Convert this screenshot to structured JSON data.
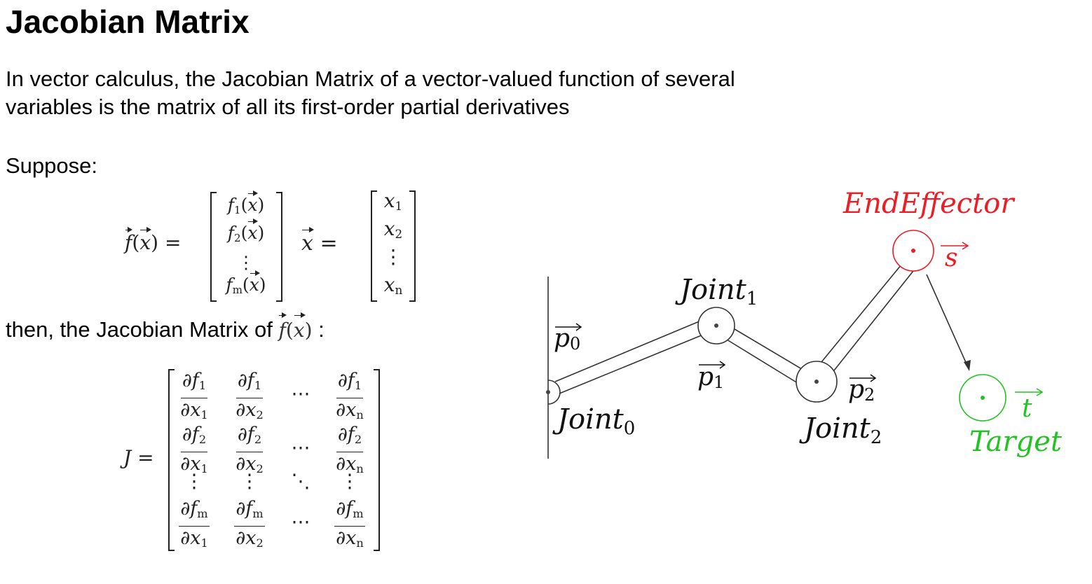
{
  "title": "Jacobian Matrix",
  "intro": {
    "line1": "In vector calculus, the Jacobian Matrix of a vector-valued function of several",
    "line2": "variables is the matrix of all its first-order partial derivatives"
  },
  "suppose": "Suppose:",
  "then_label": "then, the Jacobian Matrix of",
  "then_colon": ":",
  "f_def": {
    "lhs_f": "f",
    "lhs_x": "x",
    "equals": "=",
    "entries": [
      {
        "base": "f",
        "sub": "1",
        "arg": "x"
      },
      {
        "base": "f",
        "sub": "2",
        "arg": "x"
      },
      {
        "base": "⋮",
        "sub": "",
        "arg": ""
      },
      {
        "base": "f",
        "sub": "m",
        "arg": "x"
      }
    ]
  },
  "x_def": {
    "lhs": "x",
    "equals": "=",
    "entries": [
      {
        "base": "x",
        "sub": "1"
      },
      {
        "base": "x",
        "sub": "2"
      },
      {
        "base": "⋮",
        "sub": ""
      },
      {
        "base": "x",
        "sub": "n"
      }
    ]
  },
  "jacobian": {
    "lhs": "J =",
    "rows": [
      [
        {
          "num": "∂f",
          "ns": "1",
          "den": "∂x",
          "ds": "1"
        },
        {
          "num": "∂f",
          "ns": "1",
          "den": "∂x",
          "ds": "2"
        },
        {
          "dots": "⋯"
        },
        {
          "num": "∂f",
          "ns": "1",
          "den": "∂x",
          "ds": "n"
        }
      ],
      [
        {
          "num": "∂f",
          "ns": "2",
          "den": "∂x",
          "ds": "1"
        },
        {
          "num": "∂f",
          "ns": "2",
          "den": "∂x",
          "ds": "2"
        },
        {
          "dots": "⋯"
        },
        {
          "num": "∂f",
          "ns": "2",
          "den": "∂x",
          "ds": "n"
        }
      ],
      [
        {
          "dots": "⋮"
        },
        {
          "dots": "⋮"
        },
        {
          "dots": "⋱"
        },
        {
          "dots": "⋮"
        }
      ],
      [
        {
          "num": "∂f",
          "ns": "m",
          "den": "∂x",
          "ds": "1"
        },
        {
          "num": "∂f",
          "ns": "m",
          "den": "∂x",
          "ds": "2"
        },
        {
          "dots": "⋯"
        },
        {
          "num": "∂f",
          "ns": "m",
          "den": "∂x",
          "ds": "n"
        }
      ]
    ]
  },
  "diagram": {
    "joint_label": "Joint",
    "joint0_sub": "0",
    "joint1_sub": "1",
    "joint2_sub": "2",
    "p_label": "p",
    "p0_sub": "0",
    "p1_sub": "1",
    "p2_sub": "2",
    "end_effector": "EndEffector",
    "s_label": "s",
    "target": "Target",
    "t_label": "t",
    "colors": {
      "end_effector": "#ee1c25",
      "target": "#22c322",
      "ink": "#333333"
    }
  }
}
